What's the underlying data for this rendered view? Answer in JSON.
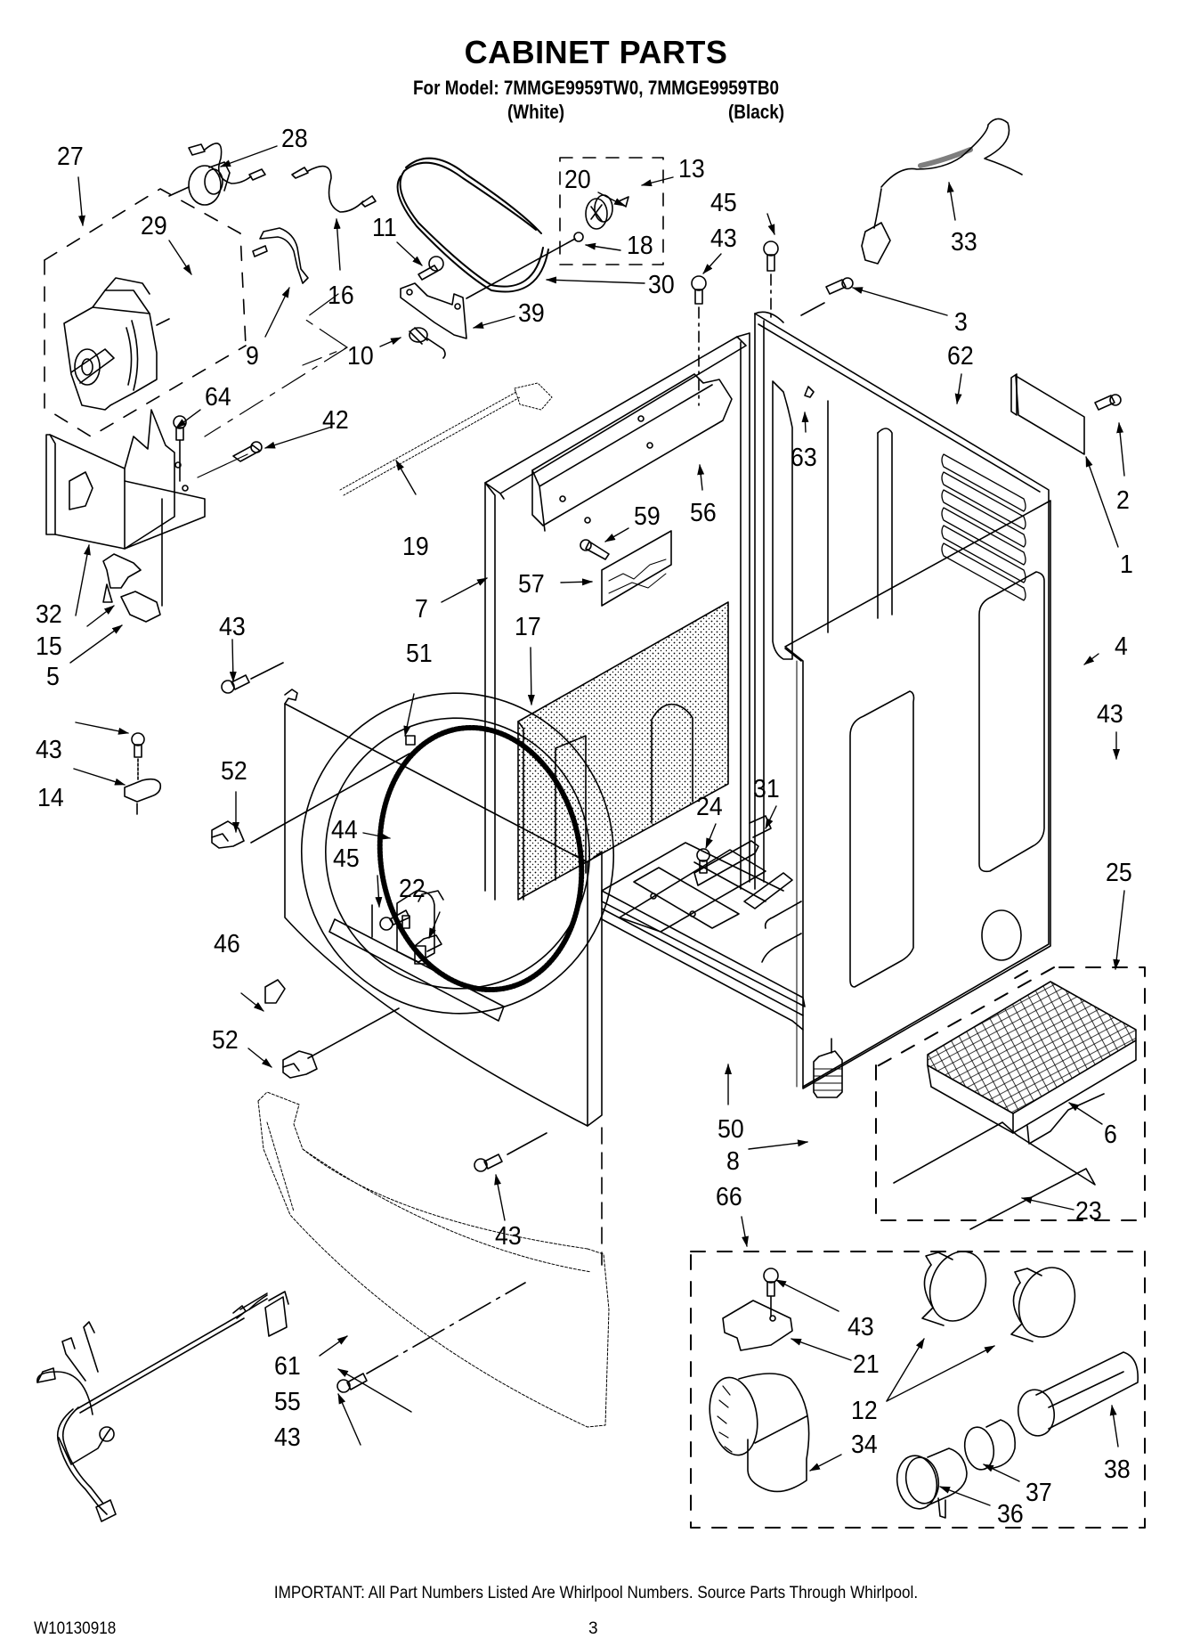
{
  "header": {
    "title": "CABINET PARTS",
    "model_line": "For Model: 7MMGE9959TW0, 7MMGE9959TB0",
    "variant_white": "(White)",
    "variant_black": "(Black)"
  },
  "diagram": {
    "subject": "Dryer cabinet exploded view",
    "callouts": [
      {
        "id": "c27",
        "text": "27"
      },
      {
        "id": "c28",
        "text": "28"
      },
      {
        "id": "c29",
        "text": "29"
      },
      {
        "id": "c9",
        "text": "9"
      },
      {
        "id": "c16",
        "text": "16"
      },
      {
        "id": "c11",
        "text": "11"
      },
      {
        "id": "c10",
        "text": "10"
      },
      {
        "id": "c39",
        "text": "39"
      },
      {
        "id": "c30",
        "text": "30"
      },
      {
        "id": "c20",
        "text": "20"
      },
      {
        "id": "c18",
        "text": "18"
      },
      {
        "id": "c13",
        "text": "13"
      },
      {
        "id": "c45a",
        "text": "45"
      },
      {
        "id": "c43a",
        "text": "43"
      },
      {
        "id": "c33",
        "text": "33"
      },
      {
        "id": "c3",
        "text": "3"
      },
      {
        "id": "c62",
        "text": "62"
      },
      {
        "id": "c63",
        "text": "63"
      },
      {
        "id": "c2",
        "text": "2"
      },
      {
        "id": "c1",
        "text": "1"
      },
      {
        "id": "c64",
        "text": "64"
      },
      {
        "id": "c42",
        "text": "42"
      },
      {
        "id": "c19",
        "text": "19"
      },
      {
        "id": "c56",
        "text": "56"
      },
      {
        "id": "c59",
        "text": "59"
      },
      {
        "id": "c57",
        "text": "57"
      },
      {
        "id": "c7",
        "text": "7"
      },
      {
        "id": "c17",
        "text": "17"
      },
      {
        "id": "c32",
        "text": "32"
      },
      {
        "id": "c15",
        "text": "15"
      },
      {
        "id": "c5",
        "text": "5"
      },
      {
        "id": "c43b",
        "text": "43"
      },
      {
        "id": "c51",
        "text": "51"
      },
      {
        "id": "c4",
        "text": "4"
      },
      {
        "id": "c43c",
        "text": "43"
      },
      {
        "id": "c43d",
        "text": "43"
      },
      {
        "id": "c14",
        "text": "14"
      },
      {
        "id": "c52a",
        "text": "52"
      },
      {
        "id": "c44",
        "text": "44"
      },
      {
        "id": "c45b",
        "text": "45"
      },
      {
        "id": "c22",
        "text": "22"
      },
      {
        "id": "c24",
        "text": "24"
      },
      {
        "id": "c31",
        "text": "31"
      },
      {
        "id": "c25",
        "text": "25"
      },
      {
        "id": "c46",
        "text": "46"
      },
      {
        "id": "c52b",
        "text": "52"
      },
      {
        "id": "c50",
        "text": "50"
      },
      {
        "id": "c8",
        "text": "8"
      },
      {
        "id": "c6",
        "text": "6"
      },
      {
        "id": "c43e",
        "text": "43"
      },
      {
        "id": "c23",
        "text": "23"
      },
      {
        "id": "c66",
        "text": "66"
      },
      {
        "id": "c43f",
        "text": "43"
      },
      {
        "id": "c21",
        "text": "21"
      },
      {
        "id": "c12",
        "text": "12"
      },
      {
        "id": "c61",
        "text": "61"
      },
      {
        "id": "c55",
        "text": "55"
      },
      {
        "id": "c43g",
        "text": "43"
      },
      {
        "id": "c34",
        "text": "34"
      },
      {
        "id": "c38",
        "text": "38"
      },
      {
        "id": "c37",
        "text": "37"
      },
      {
        "id": "c36",
        "text": "36"
      }
    ]
  },
  "footer": {
    "important_note": "IMPORTANT: All Part Numbers Listed Are Whirlpool Numbers. Source Parts Through Whirlpool.",
    "document_number": "W10130918",
    "page_number": "3"
  }
}
